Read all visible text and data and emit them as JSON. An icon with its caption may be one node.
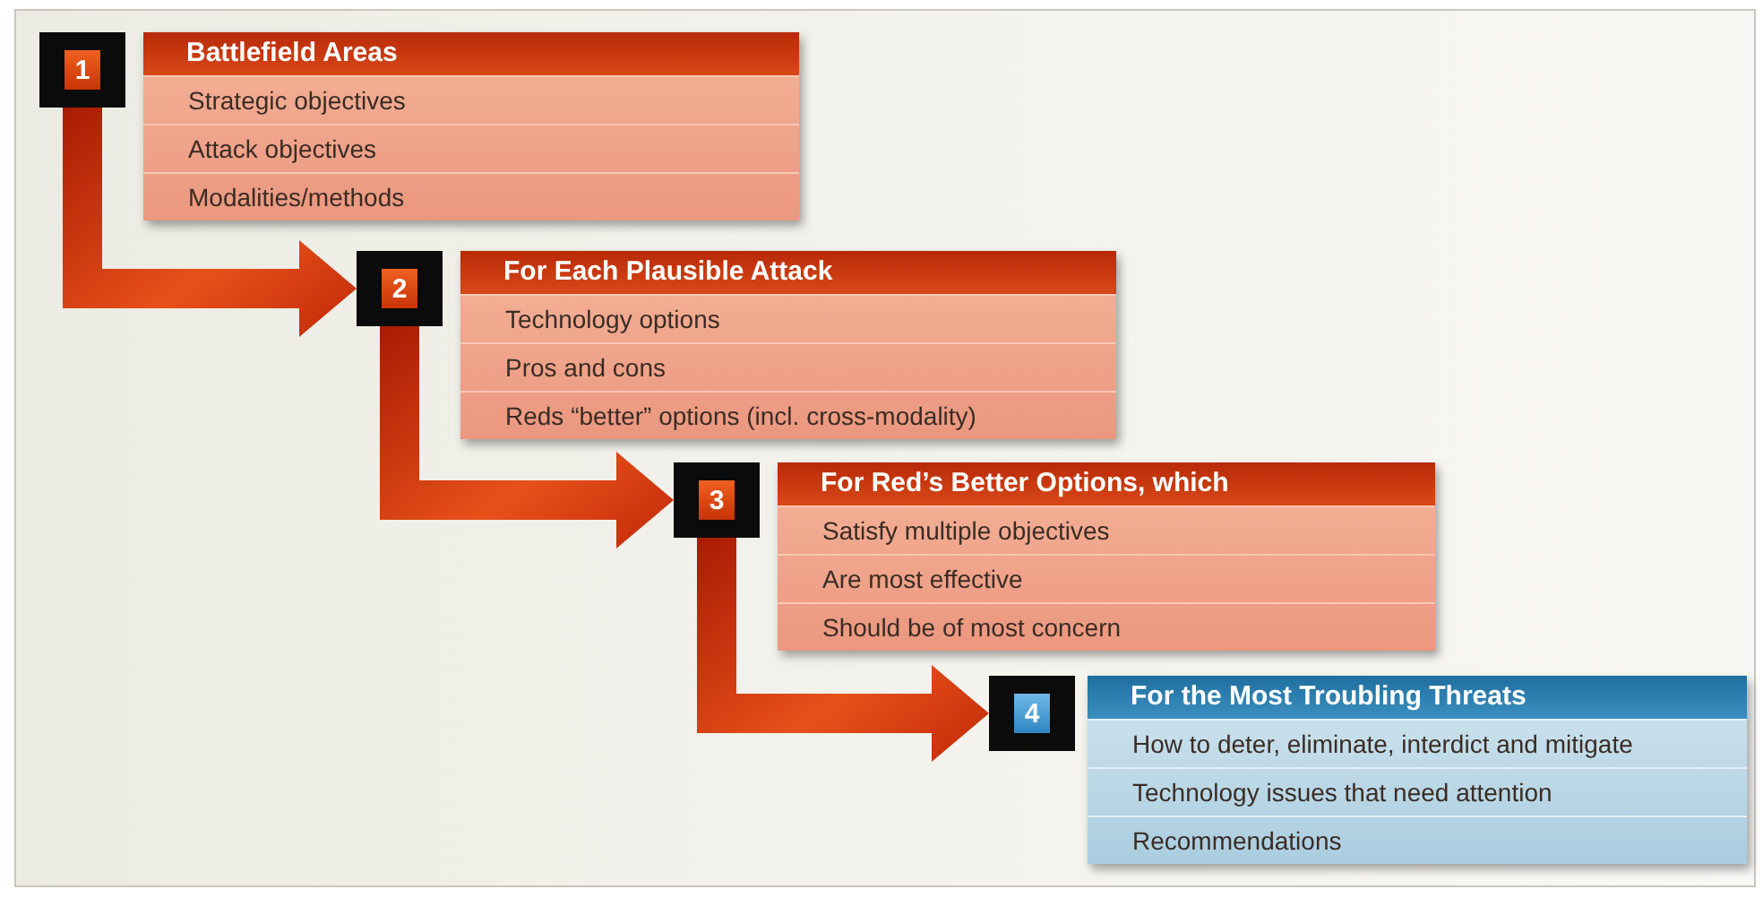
{
  "diagram": {
    "nodes": [
      {
        "text": [
          "1"
        ]
      },
      {
        "text": [
          "Battlefield Areas",
          "Strategic objectives",
          "Attack objectives",
          "Modalities/methods"
        ]
      },
      {
        "text": [
          "2"
        ]
      },
      {
        "text": [
          "For Each Plausible Attack",
          "Technology options",
          "Pros and cons",
          "Reds “better” options (incl. cross-modality)"
        ]
      },
      {
        "text": [
          "3"
        ]
      },
      {
        "text": [
          "For Red’s Better Options, which",
          "Satisfy multiple objectives",
          "Are most effective",
          "Should be of most concern"
        ]
      },
      {
        "text": [
          "4"
        ]
      },
      {
        "text": [
          "For the Most Troubling Threats",
          "How to deter, eliminate, interdict and mitigate",
          "Technology issues that need attention",
          "Recommendations"
        ]
      }
    ],
    "edges": [
      {
        "from": 0,
        "to": 2,
        "arrow": "to"
      },
      {
        "from": 2,
        "to": 4,
        "arrow": "to"
      },
      {
        "from": 4,
        "to": 6,
        "arrow": "to"
      }
    ]
  }
}
